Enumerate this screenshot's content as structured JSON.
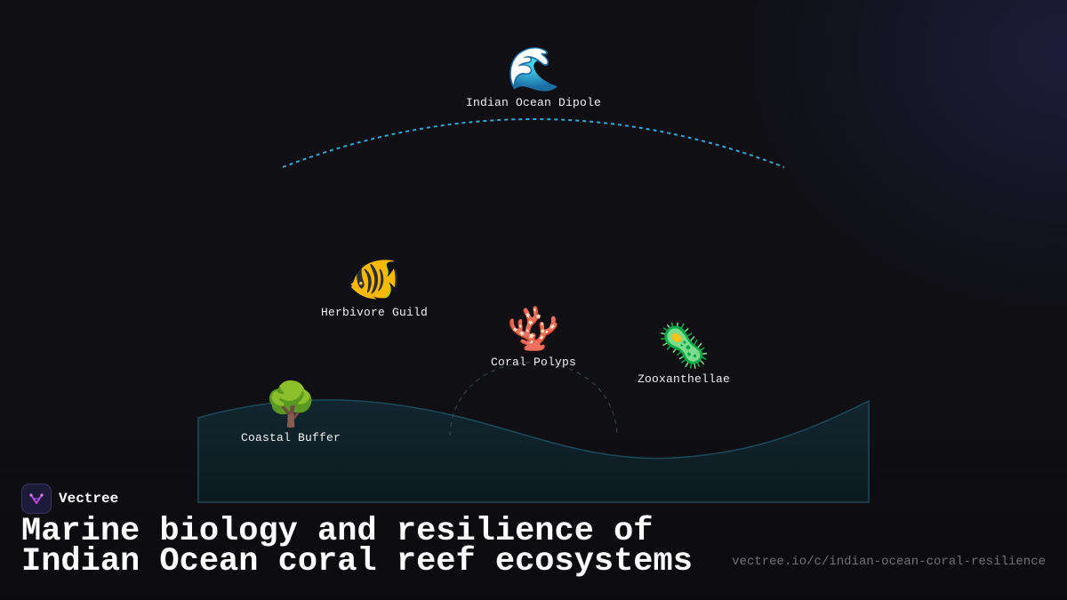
{
  "nodes": {
    "ocean_dipole": {
      "label": "Indian Ocean Dipole",
      "icon": "wave-icon",
      "glyph": "🌊"
    },
    "herbivore": {
      "label": "Herbivore Guild",
      "icon": "fish-icon",
      "glyph": "🐠"
    },
    "coral": {
      "label": "Coral Polyps",
      "icon": "coral-icon",
      "glyph": "🪸"
    },
    "zoox": {
      "label": "Zooxanthellae",
      "icon": "microbe-icon",
      "glyph": "🦠"
    },
    "buffer": {
      "label": "Coastal Buffer",
      "icon": "tree-icon",
      "glyph": "🌳"
    }
  },
  "brand": {
    "name": "Vectree",
    "logo_icon": "vectree-logo-icon"
  },
  "title": {
    "line1": "Marine biology and resilience of",
    "line2": "Indian Ocean coral reef ecosystems"
  },
  "url": "vectree.io/c/indian-ocean-coral-resilience",
  "colors": {
    "background": "#0f0f14",
    "arc": "#2ea8d8",
    "wave_fill": "#10252e",
    "wave_stroke": "#1d4a5a",
    "accent": "#c04bd8"
  }
}
